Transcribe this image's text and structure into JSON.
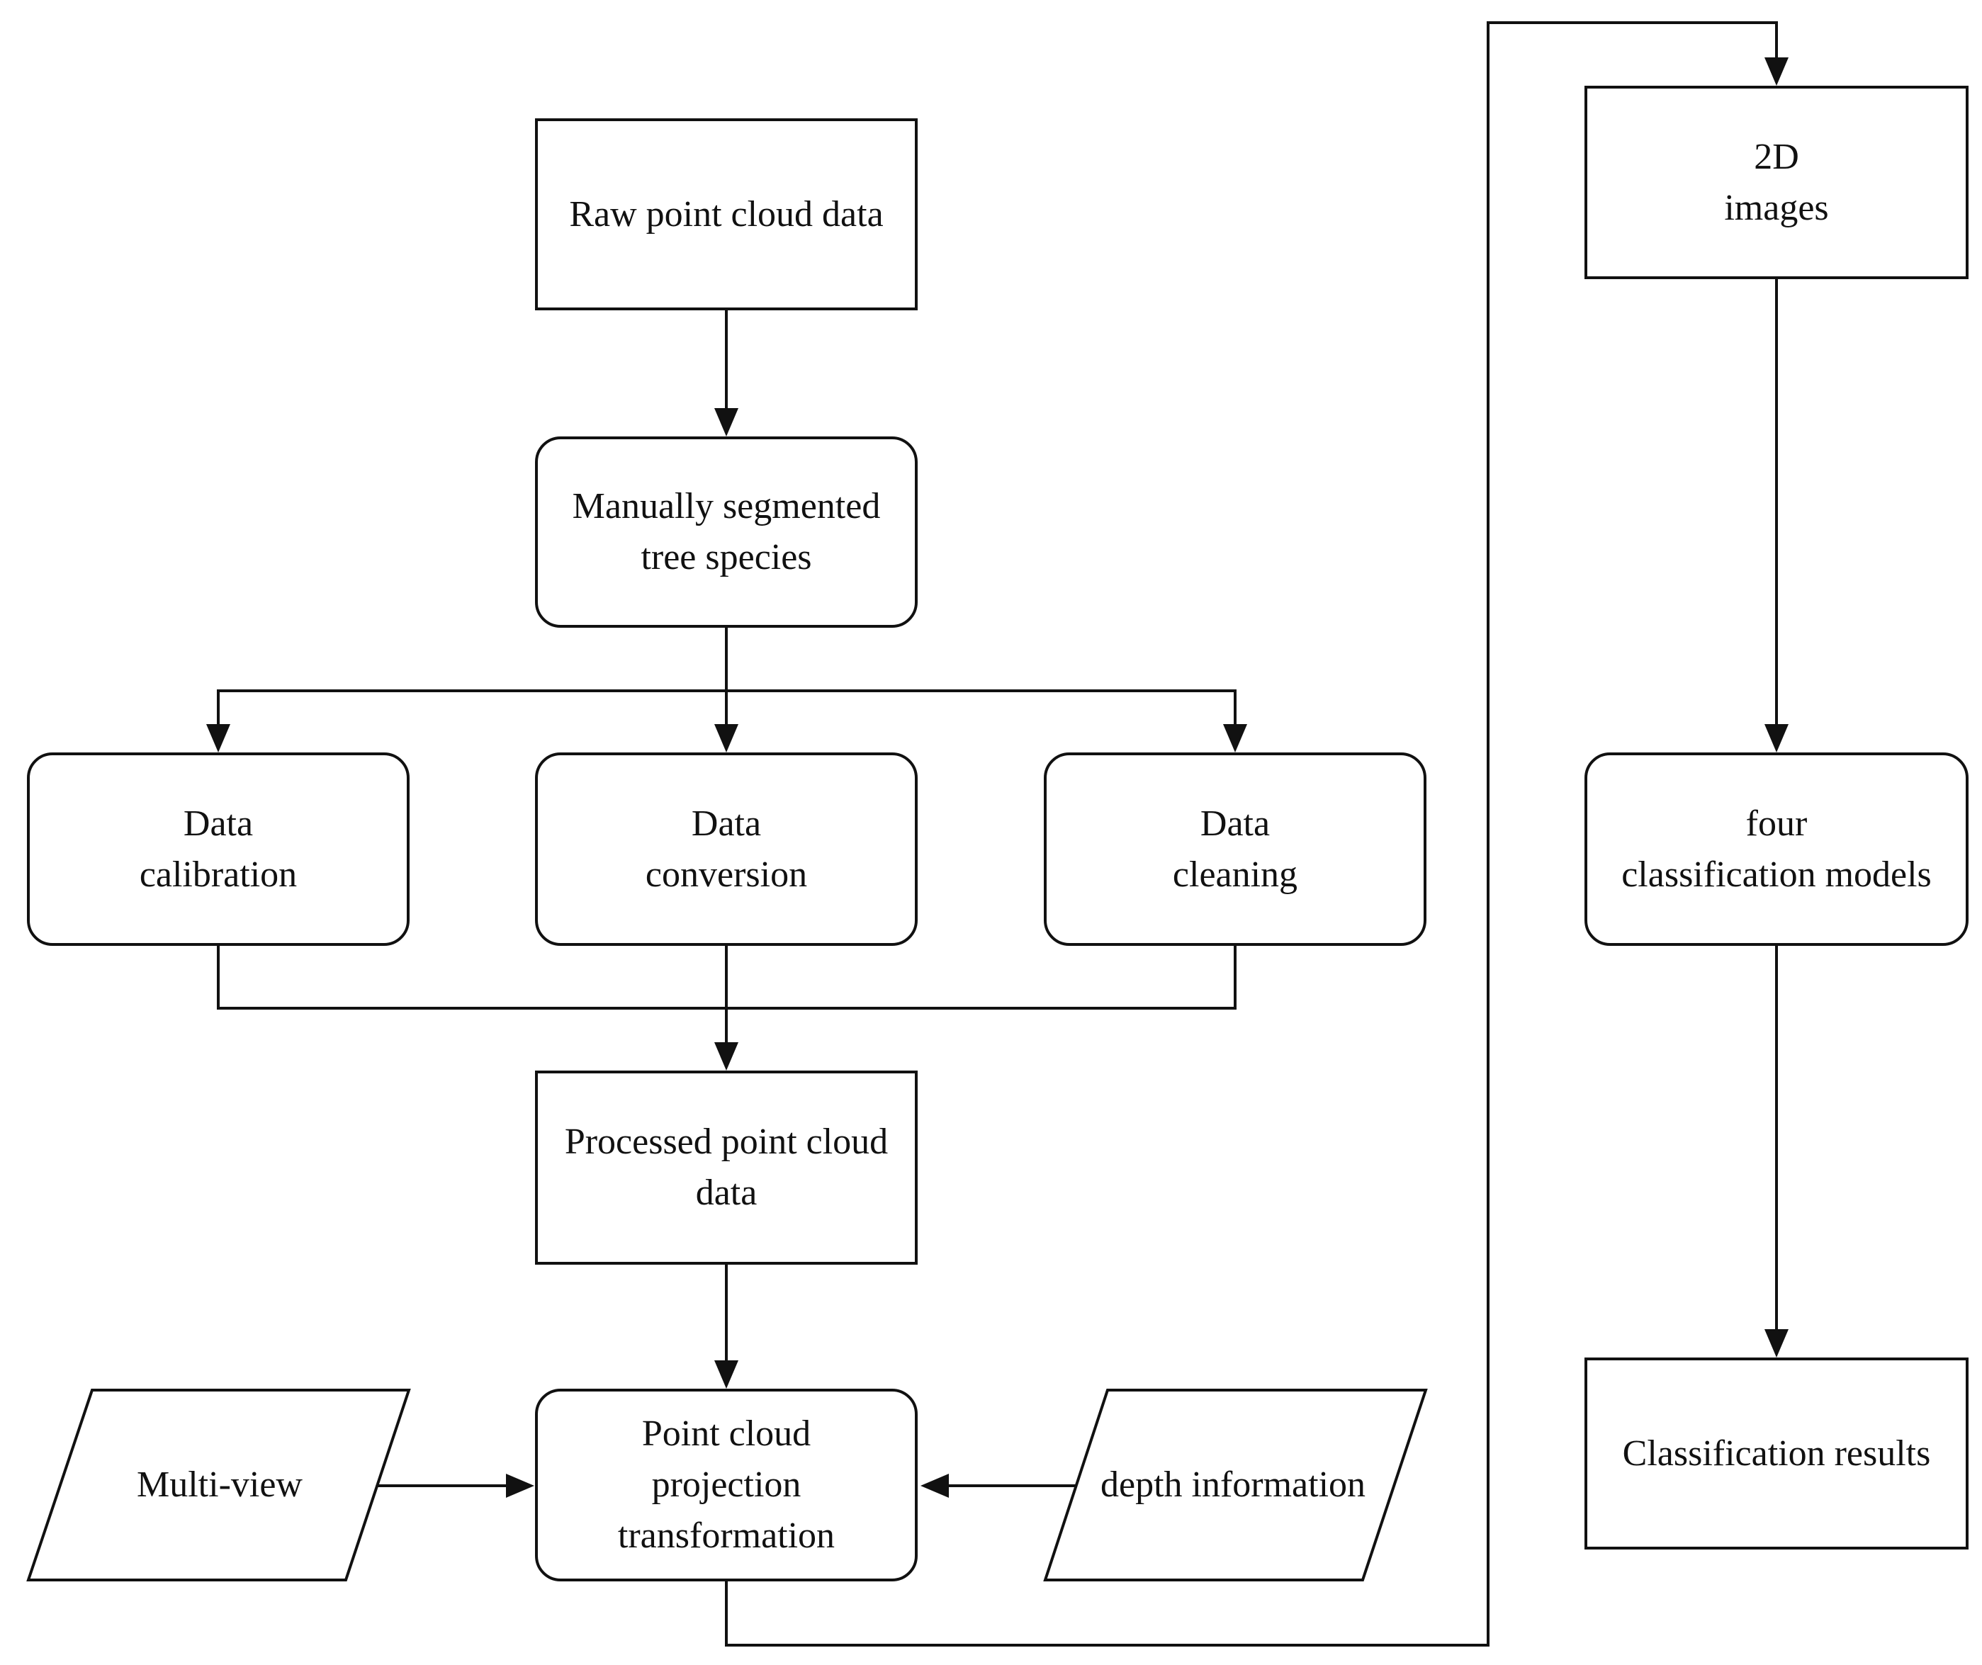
{
  "diagram": {
    "nodes": {
      "raw": {
        "lines": [
          "Raw point cloud data"
        ]
      },
      "manual": {
        "lines": [
          "Manually segmented",
          "tree species"
        ]
      },
      "calibration": {
        "lines": [
          "Data",
          "calibration"
        ]
      },
      "conversion": {
        "lines": [
          "Data",
          "conversion"
        ]
      },
      "cleaning": {
        "lines": [
          "Data",
          "cleaning"
        ]
      },
      "processed": {
        "lines": [
          "Processed point cloud",
          "data"
        ]
      },
      "projection": {
        "lines": [
          "Point cloud",
          "projection",
          "transformation"
        ]
      },
      "multiview": {
        "lines": [
          "Multi-view"
        ]
      },
      "depth": {
        "lines": [
          "depth information"
        ]
      },
      "images2d": {
        "lines": [
          "2D",
          "images"
        ]
      },
      "models": {
        "lines": [
          "four",
          "classification models"
        ]
      },
      "results": {
        "lines": [
          "Classification results"
        ]
      }
    },
    "edges": [
      {
        "from": "raw",
        "to": "manual"
      },
      {
        "from": "manual",
        "to": "calibration"
      },
      {
        "from": "manual",
        "to": "conversion"
      },
      {
        "from": "manual",
        "to": "cleaning"
      },
      {
        "from": "calibration",
        "to": "processed"
      },
      {
        "from": "conversion",
        "to": "processed"
      },
      {
        "from": "cleaning",
        "to": "processed"
      },
      {
        "from": "processed",
        "to": "projection"
      },
      {
        "from": "multiview",
        "to": "projection"
      },
      {
        "from": "depth",
        "to": "projection"
      },
      {
        "from": "projection",
        "to": "images2d"
      },
      {
        "from": "images2d",
        "to": "models"
      },
      {
        "from": "models",
        "to": "results"
      }
    ],
    "colors": {
      "stroke": "#111111",
      "text": "#111111",
      "background": "#ffffff"
    }
  }
}
